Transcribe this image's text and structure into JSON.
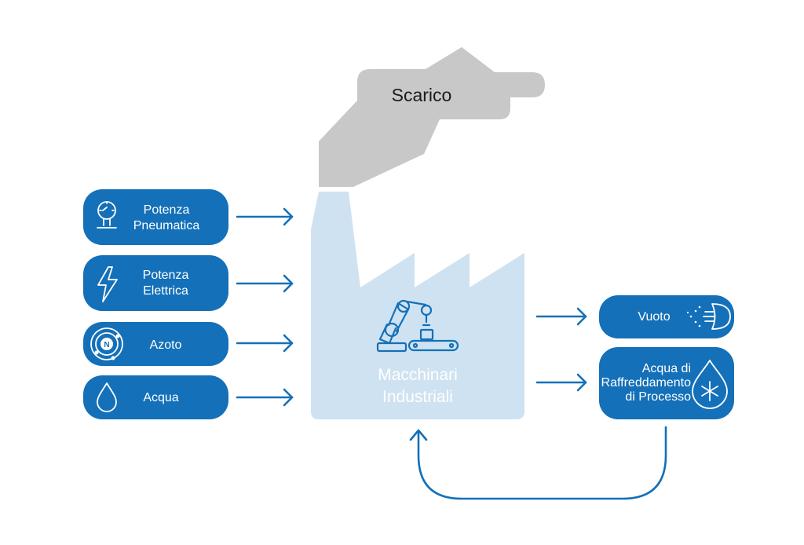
{
  "colors": {
    "primary_blue": "#1470b8",
    "factory_light_blue": "#cfe2f1",
    "smoke_gray": "#c8c8c8",
    "text_white": "#ffffff",
    "text_dark": "#1a1a1a"
  },
  "exhaust": {
    "label": "Scarico"
  },
  "factory": {
    "line1": "Macchinari",
    "line2": "Industriali",
    "icon": "robot-arm-icon"
  },
  "inputs": [
    {
      "line1": "Potenza",
      "line2": "Pneumatica",
      "icon": "pressure-gauge-icon"
    },
    {
      "line1": "Potenza",
      "line2": "Elettrica",
      "icon": "lightning-bolt-icon"
    },
    {
      "line1": "Azoto",
      "icon": "nitrogen-atom-icon"
    },
    {
      "line1": "Acqua",
      "icon": "water-drop-icon"
    }
  ],
  "outputs": [
    {
      "line1": "Vuoto",
      "icon": "vacuum-icon"
    },
    {
      "line1": "Acqua di",
      "line2": "Raffreddamento",
      "line3": "di Processo",
      "icon": "cooling-water-drop-icon"
    }
  ]
}
